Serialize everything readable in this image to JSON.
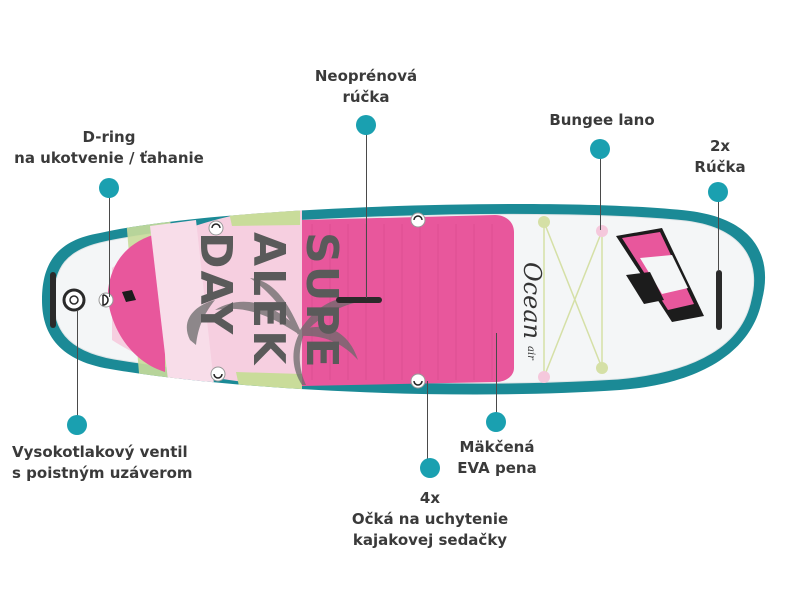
{
  "colors": {
    "accent": "#1aa0b0",
    "rail": "#1b8a96",
    "deck_pink": "#e8579c",
    "pale_pink": "#f5c8dc",
    "lime": "#c9dc9a",
    "label_text": "#3a3a3a",
    "bungee": "#d5e0a6"
  },
  "deck_print": {
    "lines": [
      "SUPE",
      "ALEK",
      "DAY"
    ],
    "model": "Ocean",
    "model_suffix": "air"
  },
  "labels": {
    "neoprene_handle": [
      "Neoprénová",
      "rúčka"
    ],
    "d_ring": [
      "D-ring",
      "na ukotvenie / ťahanie"
    ],
    "bungee": [
      "Bungee lano"
    ],
    "handles": [
      "2x",
      "Rúčka"
    ],
    "valve": [
      "Vysokotlakový ventil",
      "s poistným uzáverom"
    ],
    "eva": [
      "Mäkčená",
      "EVA pena"
    ],
    "eyelets": [
      "4x",
      "Očká na uchytenie",
      "kajakovej sedačky"
    ]
  }
}
